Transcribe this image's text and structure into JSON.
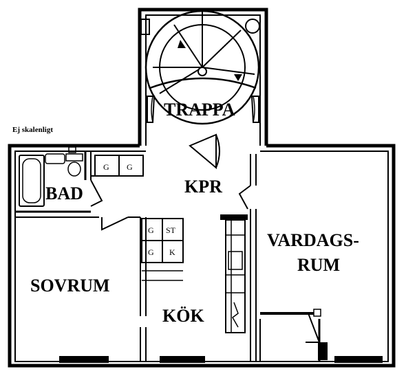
{
  "note": "Ej skalenligt",
  "rooms": {
    "trappa": "TRAPPA",
    "bad": "BAD",
    "kpr": "KPR",
    "vardagsrum_line1": "VARDAGS-",
    "vardagsrum_line2": "RUM",
    "sovrum": "SOVRUM",
    "kok": "KÖK"
  },
  "appliances": {
    "g1": "G",
    "g2": "G",
    "g3": "G",
    "st": "ST",
    "g4": "G",
    "k": "K"
  }
}
